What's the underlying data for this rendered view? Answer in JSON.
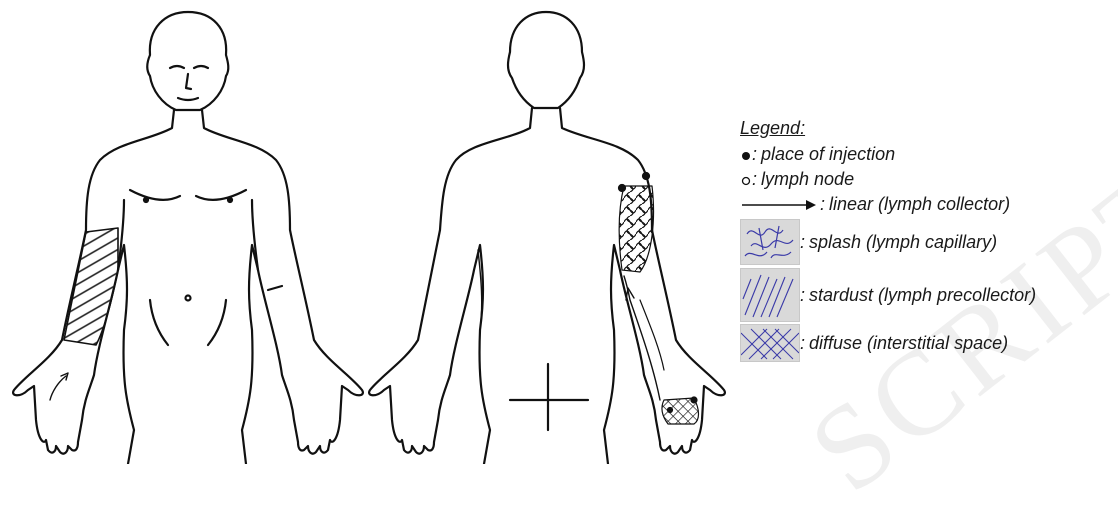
{
  "watermark": "SCRIPT",
  "legend": {
    "title": "Legend:",
    "items": [
      {
        "symbol": ":",
        "label": "place of injection",
        "icon": "filled-dot-icon"
      },
      {
        "symbol": ":",
        "label": "lymph node",
        "icon": "open-circle-icon"
      },
      {
        "symbol": ":",
        "label": "linear (lymph collector)",
        "icon": "arrow-icon"
      },
      {
        "symbol": ":",
        "label": "splash (lymph capillary)",
        "icon": "splash-swatch-icon"
      },
      {
        "symbol": ":",
        "label": "stardust (lymph precollector)",
        "icon": "stardust-swatch-icon"
      },
      {
        "symbol": ":",
        "label": "diffuse (interstitial space)",
        "icon": "diffuse-swatch-icon"
      }
    ]
  },
  "colors": {
    "outline": "#111111",
    "pattern_blue": "#3a3aa8",
    "swatch_bg": "#d9d9d9"
  }
}
